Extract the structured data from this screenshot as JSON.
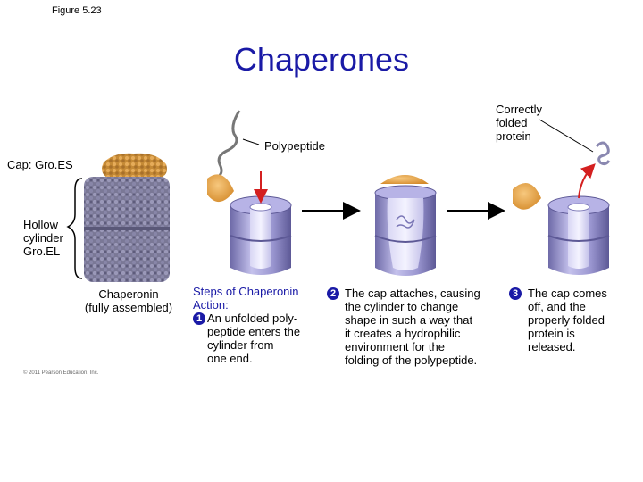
{
  "figure_label": "Figure 5.23",
  "title": "Chaperones",
  "labels": {
    "cap": "Cap: Gro.ES",
    "hollow": [
      "Hollow",
      "cylinder",
      "Gro.EL"
    ],
    "chaperonin": [
      "Chaperonin",
      "(fully assembled)"
    ],
    "polypeptide": "Polypeptide",
    "correct": [
      "Correctly",
      "folded",
      "protein"
    ]
  },
  "steps": {
    "heading": [
      "Steps of Chaperonin",
      "Action:"
    ],
    "step1": {
      "num": "1",
      "lines": [
        "An unfolded poly-",
        "peptide enters the",
        "cylinder from",
        "one end."
      ]
    },
    "step2": {
      "num": "2",
      "lines": [
        "The cap attaches, causing",
        "the cylinder to change",
        "shape in such a way that",
        "it creates a hydrophilic",
        "environment for the",
        "folding of the polypeptide."
      ]
    },
    "step3": {
      "num": "3",
      "lines": [
        "The cap comes",
        "off, and the",
        "properly folded",
        "protein is",
        "released."
      ]
    }
  },
  "copyright": "© 2011 Pearson Education, Inc.",
  "colors": {
    "title": "#1a1aa6",
    "cap": "#e8a24a",
    "cylinder": "#8c88c8",
    "arrow": "#d42020"
  }
}
